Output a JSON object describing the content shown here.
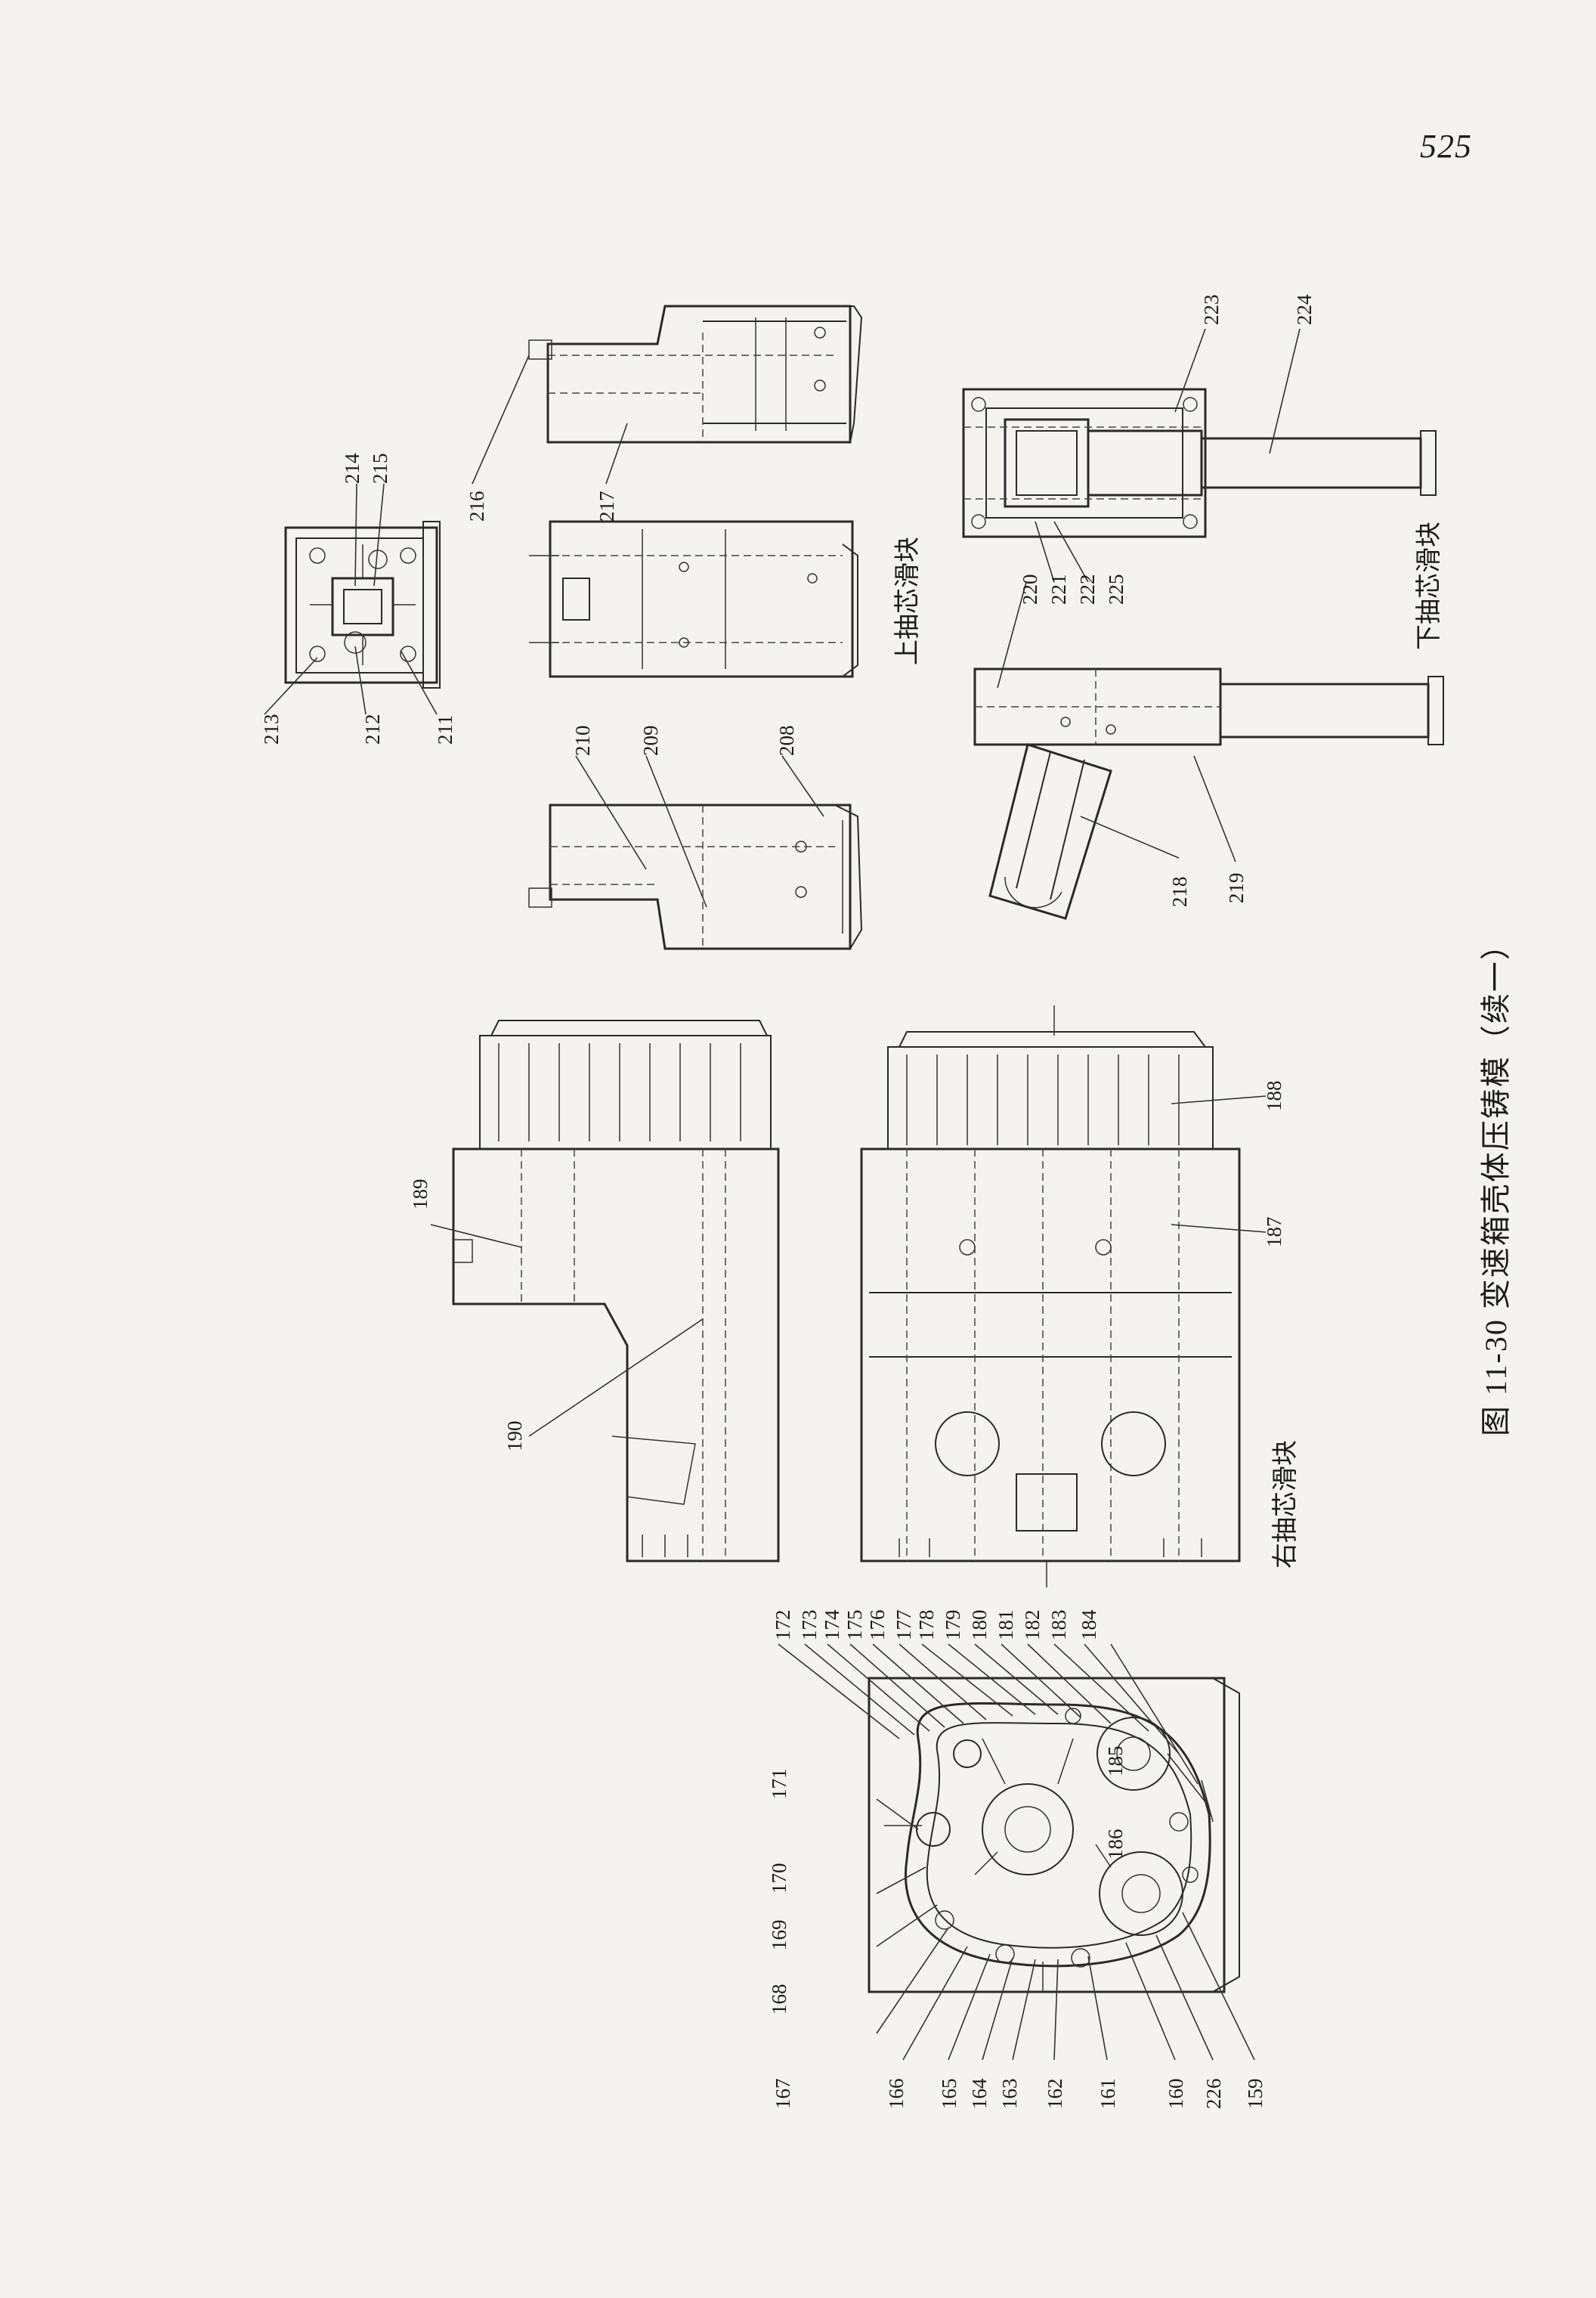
{
  "page_number": "525",
  "figure_caption": "图 11-30   变速箱壳体压铸模（续一）",
  "sections": {
    "right_core_slider": "右抽芯滑块",
    "upper_core_slider": "上抽芯滑块",
    "lower_core_slider": "下抽芯滑块"
  },
  "callouts": [
    "159",
    "160",
    "161",
    "162",
    "163",
    "164",
    "165",
    "166",
    "167",
    "168",
    "169",
    "170",
    "171",
    "172",
    "173",
    "174",
    "175",
    "176",
    "177",
    "178",
    "179",
    "180",
    "181",
    "182",
    "183",
    "184",
    "185",
    "186",
    "187",
    "188",
    "189",
    "190",
    "208",
    "209",
    "210",
    "211",
    "212",
    "213",
    "214",
    "215",
    "216",
    "217",
    "218",
    "219",
    "220",
    "221",
    "222",
    "223",
    "224",
    "225",
    "226"
  ]
}
